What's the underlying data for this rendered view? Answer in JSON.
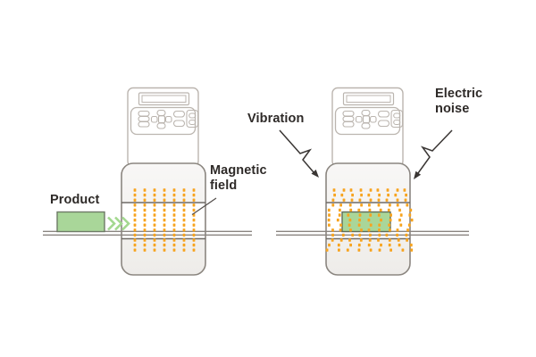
{
  "labels": {
    "product": "Product",
    "magnetic_field": "Magnetic field",
    "vibration": "Vibration",
    "electric_noise": "Electric noise"
  },
  "colors": {
    "field_dot": "#F7A41F",
    "product_fill": "#A9D699",
    "product_border": "#6E7A66",
    "chevron_green": "#A3D88F",
    "device_outline": "#8B8680",
    "panel_outline": "#BBB5AF",
    "aperture_line": "#6E6A66",
    "conveyor_line": "#8A8580",
    "arrow": "#3A3634",
    "text": "#2E2A28",
    "background": "#FFFFFF"
  }
}
